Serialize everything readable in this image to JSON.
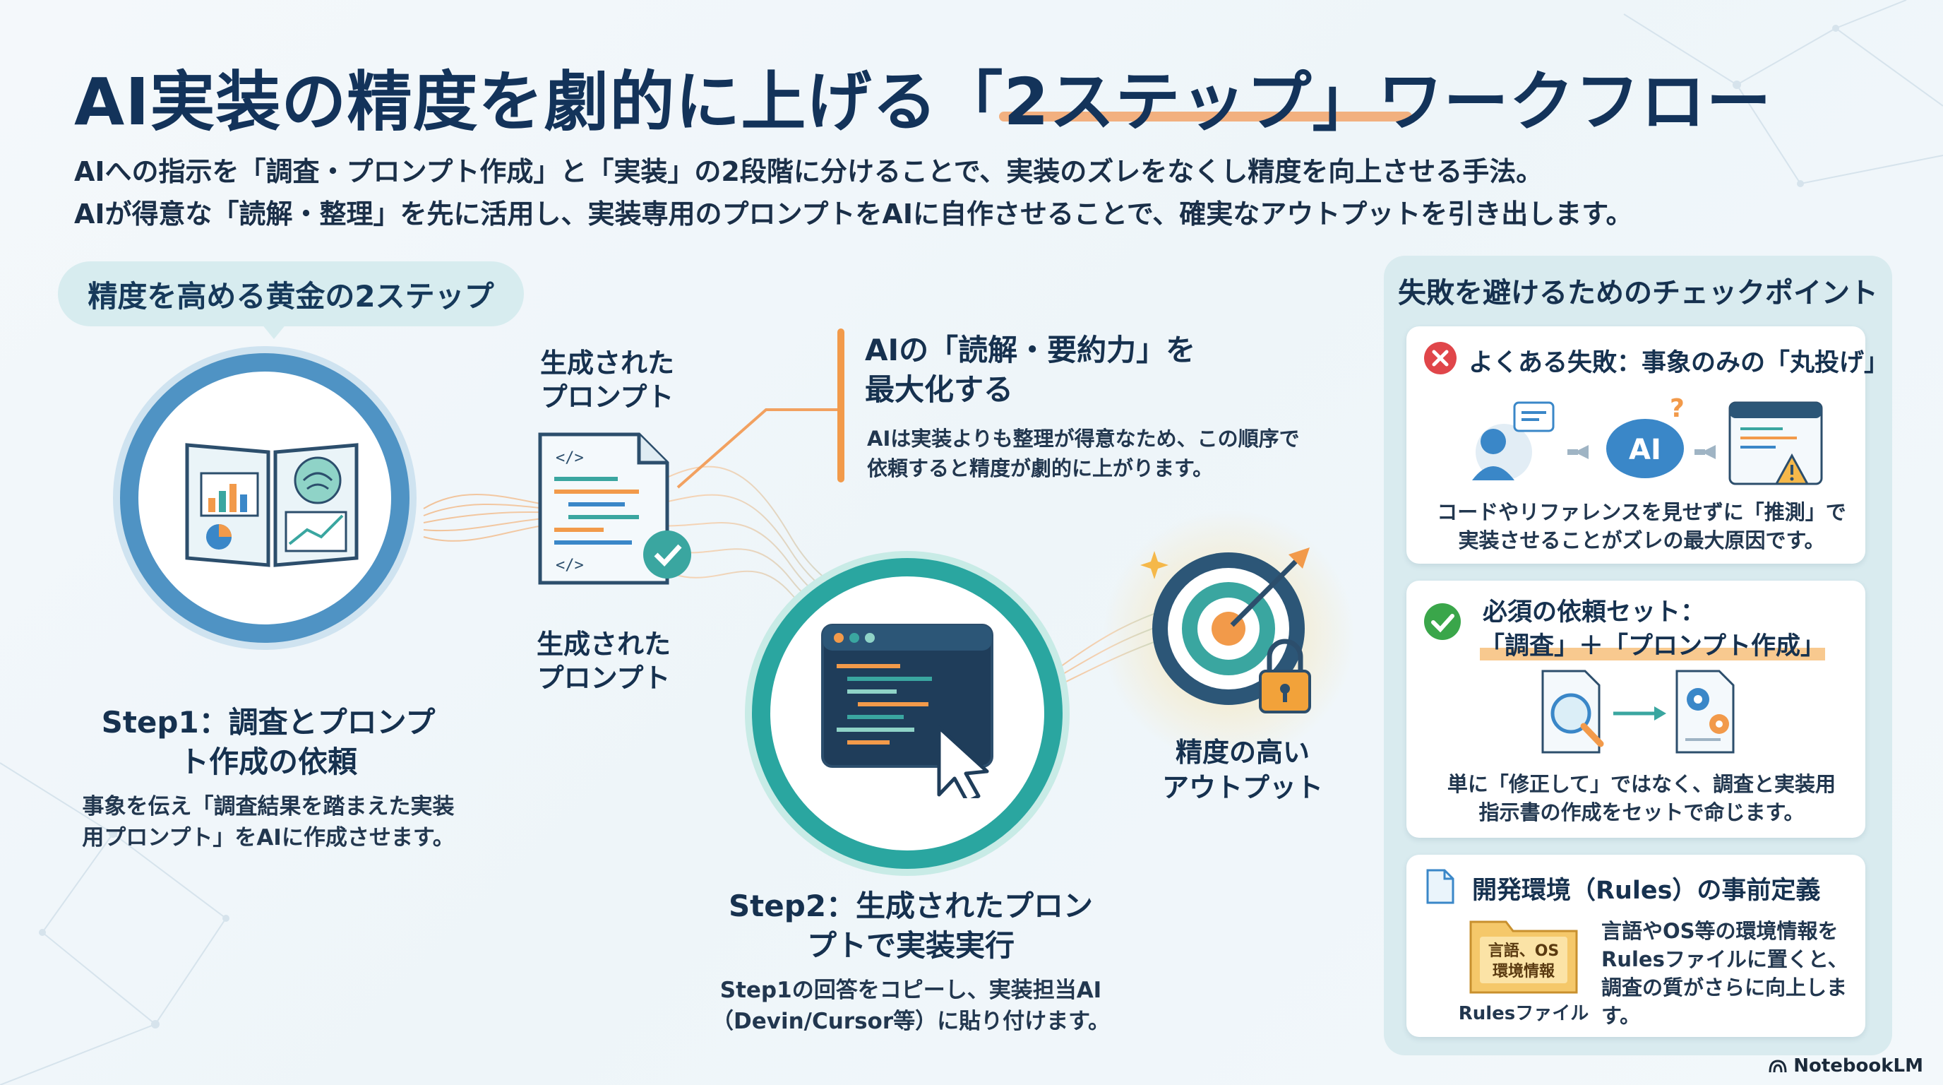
{
  "title": {
    "main": "AI実装の精度を劇的に上げる",
    "highlight": "「2ステップ」",
    "tail": "ワークフロー"
  },
  "subtitle": {
    "line1": "AIへの指示を「調査・プロンプト作成」と「実装」の2段階に分けることで、実装のズレをなくし精度を向上させる手法。",
    "line2": "AIが得意な「読解・整理」を先に活用し、実装専用のプロンプトをAIに自作させることで、確実なアウトプットを引き出します。"
  },
  "steps_pill": "精度を高める黄金の2ステップ",
  "step1": {
    "title_l1": "Step1：調査とプロンプ",
    "title_l2": "ト作成の依頼",
    "desc_l1": "事象を伝え「調査結果を踏まえた実装",
    "desc_l2": "用プロンプト」をAIに作成させます。"
  },
  "generated_prompt": {
    "label_top_l1": "生成された",
    "label_top_l2": "プロンプト",
    "label_bottom_l1": "生成された",
    "label_bottom_l2": "プロンプト",
    "code_tag_top": "</>",
    "code_tag_bottom": "</>"
  },
  "callout": {
    "title_l1": "AIの「読解・要約力」を",
    "title_l2": "最大化する",
    "desc_l1": "AIは実装よりも整理が得意なため、この順序で",
    "desc_l2": "依頼すると精度が劇的に上がります。"
  },
  "step2": {
    "title_l1": "Step2：生成されたプロン",
    "title_l2": "プトで実装実行",
    "desc_l1": "Step1の回答をコピーし、実装担当AI",
    "desc_l2": "（Devin/Cursor等）に貼り付けます。"
  },
  "output": {
    "label_l1": "精度の高い",
    "label_l2": "アウトプット"
  },
  "checkpoints": {
    "title": "失敗を避けるためのチェックポイント",
    "card1": {
      "heading": "よくある失敗：事象のみの「丸投げ」",
      "ai_label": "AI",
      "question_mark": "?",
      "text_l1": "コードやリファレンスを見せずに「推測」で",
      "text_l2": "実装させることがズレの最大原因です。"
    },
    "card2": {
      "heading_l1": "必須の依頼セット：",
      "heading_l2": "「調査」＋「プロンプト作成」",
      "text_l1": "単に「修正して」ではなく、調査と実装用",
      "text_l2": "指示書の作成をセットで命じます。"
    },
    "card3": {
      "heading": "開発環境（Rules）の事前定義",
      "folder_l1": "言語、OS",
      "folder_l2": "環境情報",
      "file_label": "Rulesファイル",
      "text_l1": "言語やOS等の環境情報を",
      "text_l2": "Rulesファイルに置くと、",
      "text_l3": "調査の質がさらに向上しま",
      "text_l4": "す。"
    }
  },
  "brand": "NotebookLM",
  "colors": {
    "navy": "#13335a",
    "teal": "#2aa6a0",
    "blue": "#3a87c8",
    "orange": "#f29a4a",
    "red": "#e0464a",
    "green": "#3aa64a"
  }
}
